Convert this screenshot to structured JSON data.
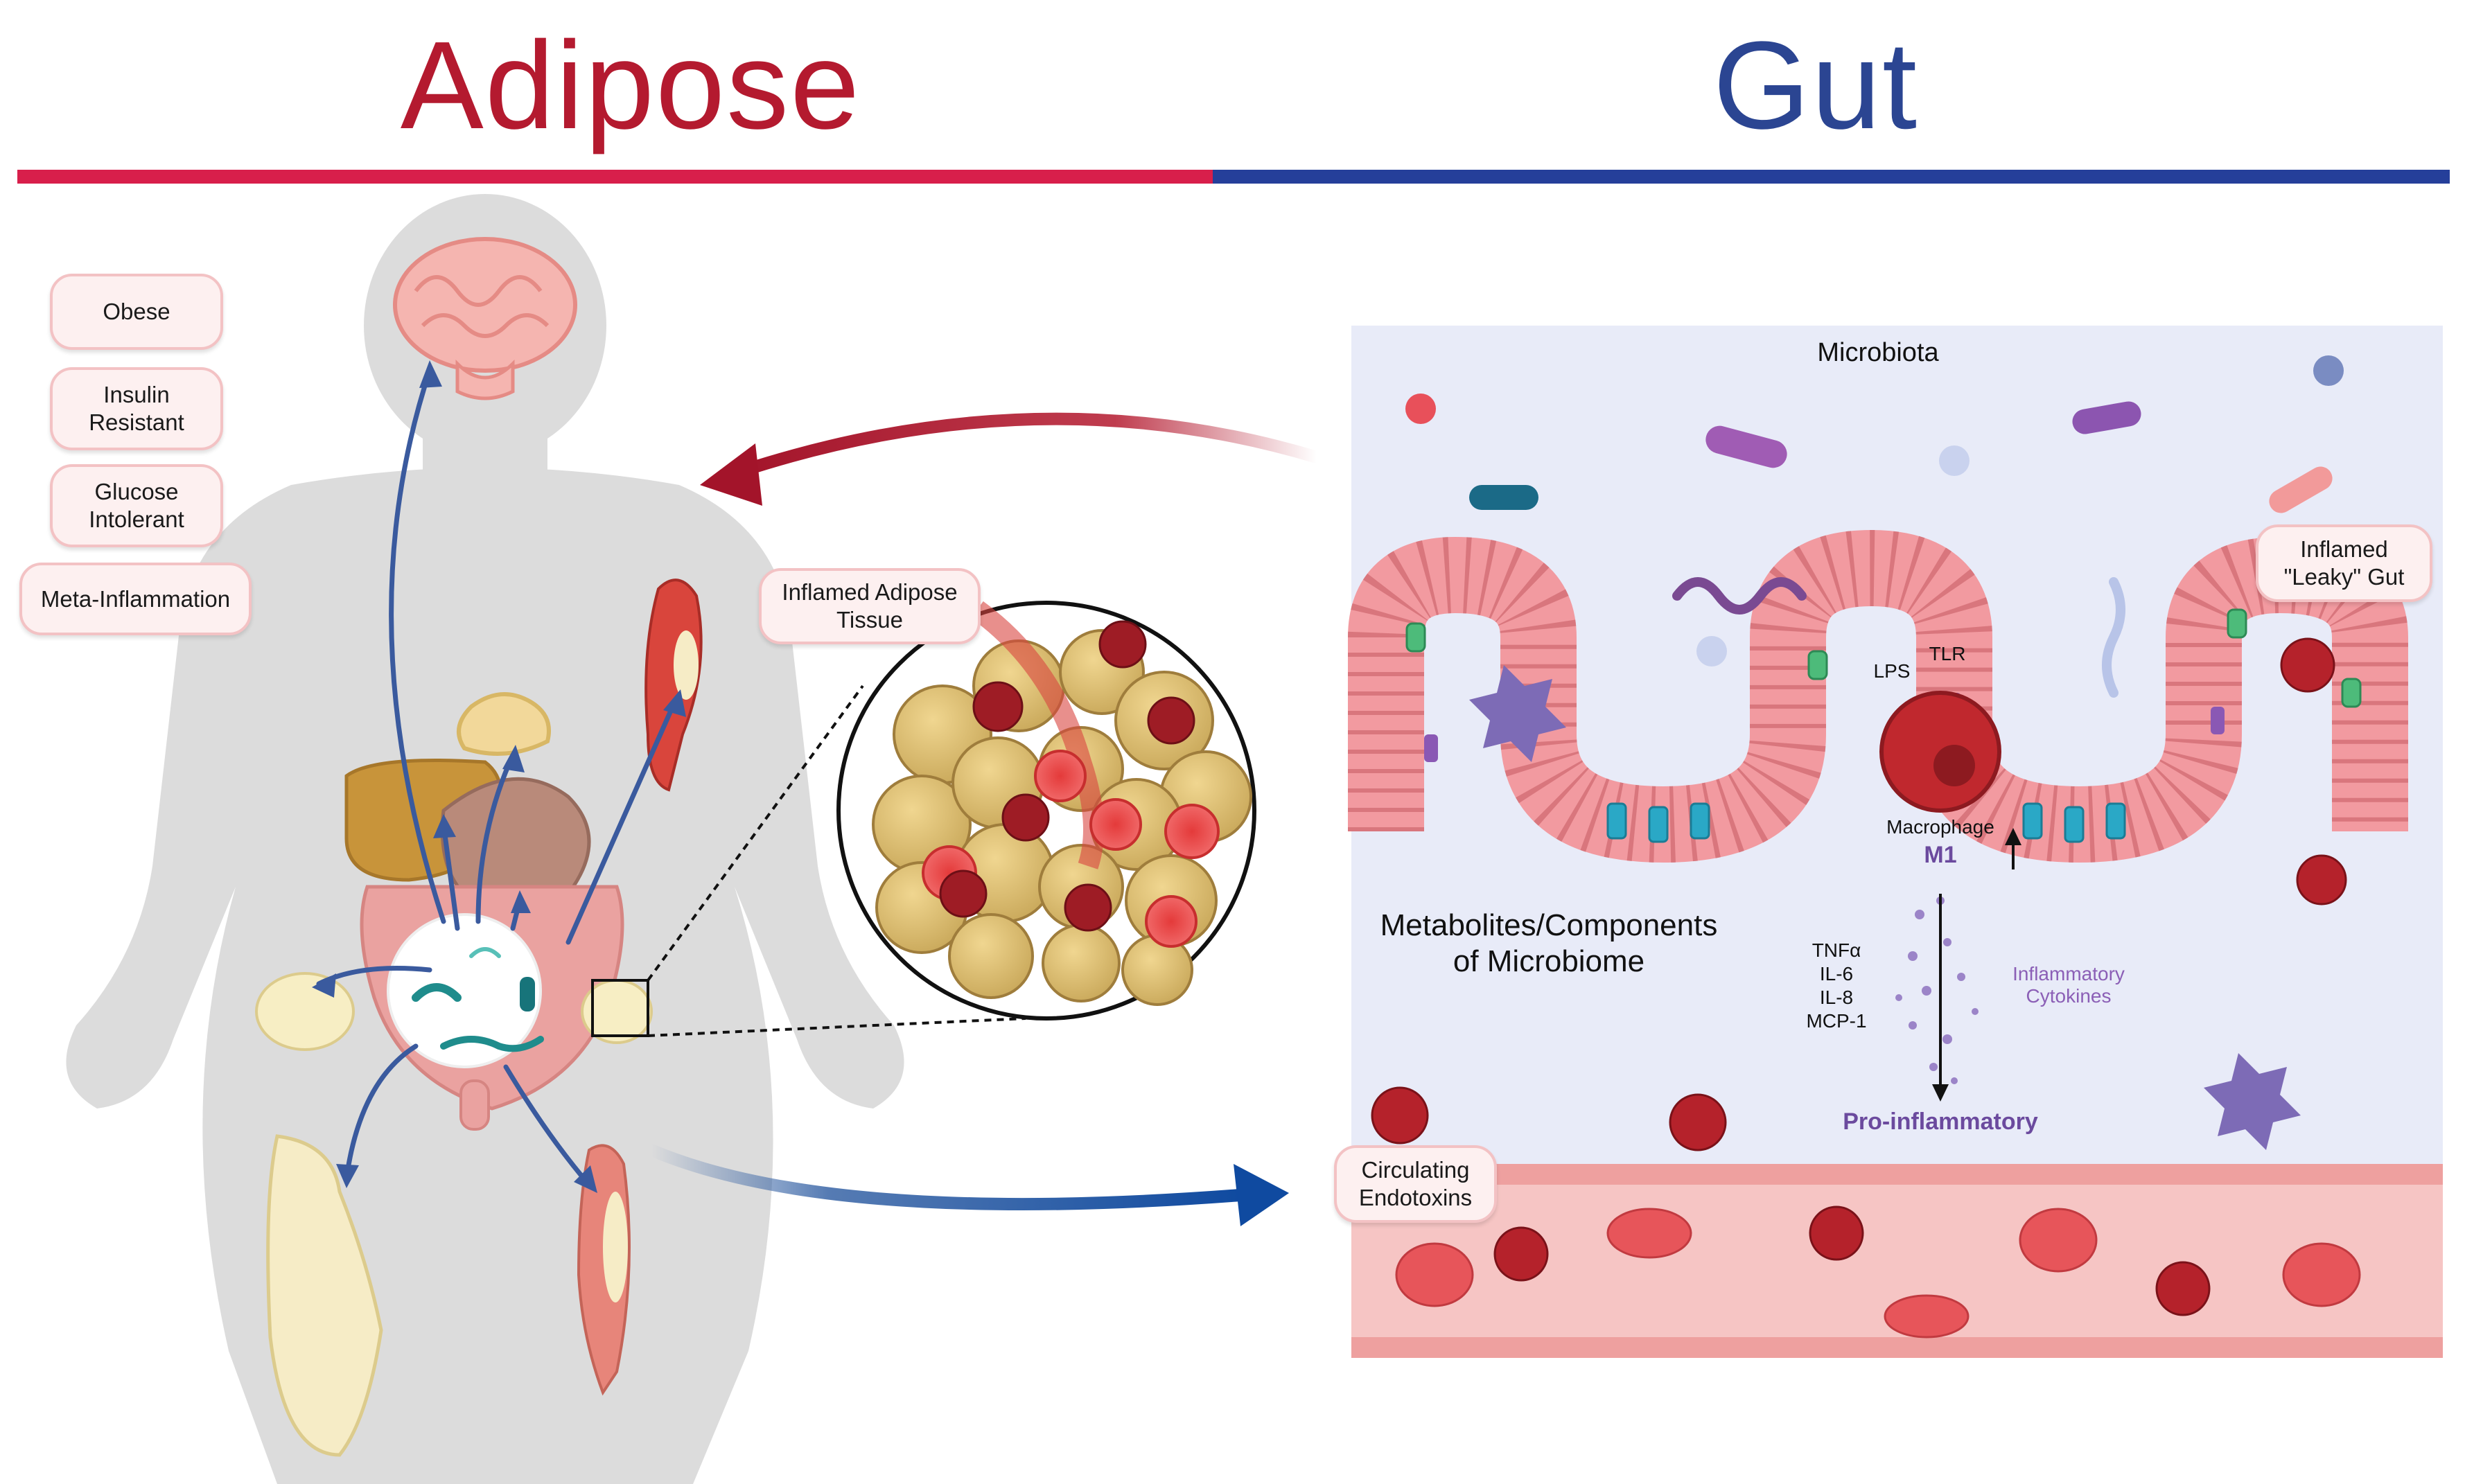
{
  "headers": {
    "adipose": "Adipose",
    "gut": "Gut"
  },
  "colors": {
    "adipose_accent": "#b41a2f",
    "gut_accent": "#2b4592",
    "red_bar": "#d81f4b",
    "blue_bar": "#253f9a",
    "gut_panel_bg": "#e8ebf8",
    "epithelium": "#f29aa0",
    "blood_vessel": "#f6c5c4",
    "macrophage": "#c0282e"
  },
  "phenotypes": [
    "Obese",
    "Insulin Resistant",
    "Glucose Intolerant",
    "Meta-Inflammation"
  ],
  "adipose_inset": {
    "label": "Inflamed Adipose Tissue"
  },
  "gut_panel": {
    "microbiota_label": "Microbiota",
    "leaky_gut_label": "Inflamed \"Leaky\" Gut",
    "lps_label": "LPS",
    "tlr_label": "TLR",
    "macrophage_label": "Macrophage",
    "m1_label": "M1",
    "metabolites_label": "Metabolites/Components of Microbiome",
    "cytokines": [
      "TNFα",
      "IL-6",
      "IL-8",
      "MCP-1"
    ],
    "inflammatory_cytokines_label": "Inflammatory Cytokines",
    "pro_inflammatory_label": "Pro-inflammatory",
    "circulating_endotoxins_label": "Circulating Endotoxins"
  }
}
